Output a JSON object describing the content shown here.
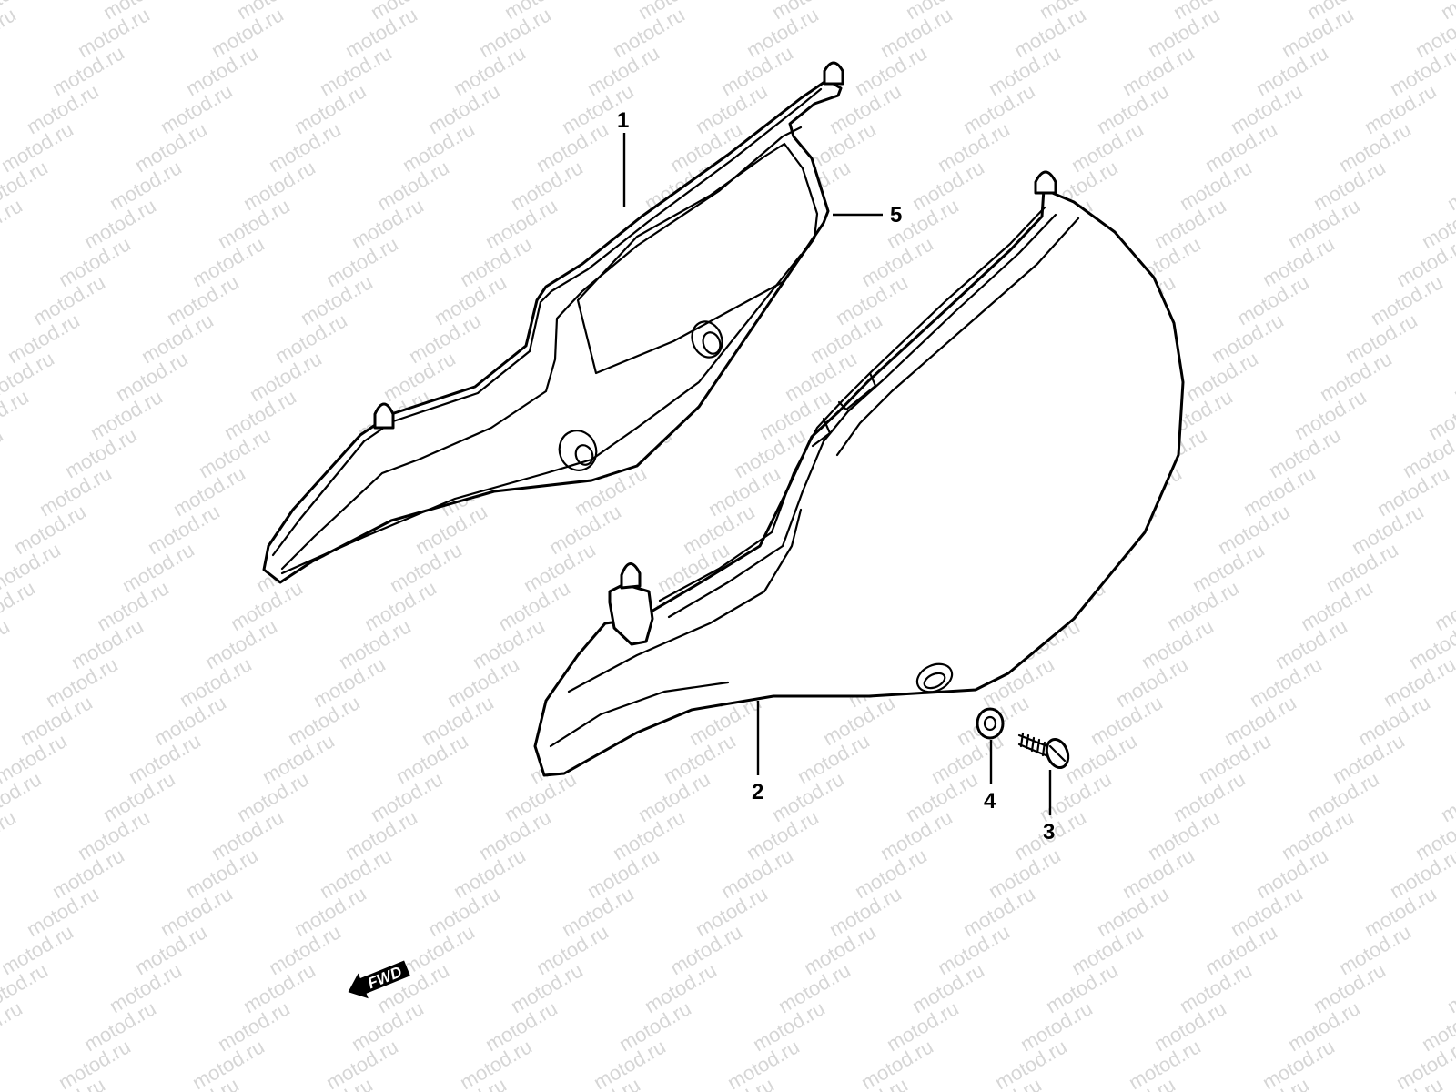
{
  "watermark": "motod.ru",
  "callouts": [
    {
      "id": "1",
      "label": "1"
    },
    {
      "id": "2",
      "label": "2"
    },
    {
      "id": "3",
      "label": "3"
    },
    {
      "id": "4",
      "label": "4"
    },
    {
      "id": "5",
      "label": "5"
    }
  ],
  "direction_arrow": {
    "label": "FWD"
  },
  "colors": {
    "line": "#000000",
    "background": "#ffffff",
    "watermark": "#d6d6d6"
  }
}
